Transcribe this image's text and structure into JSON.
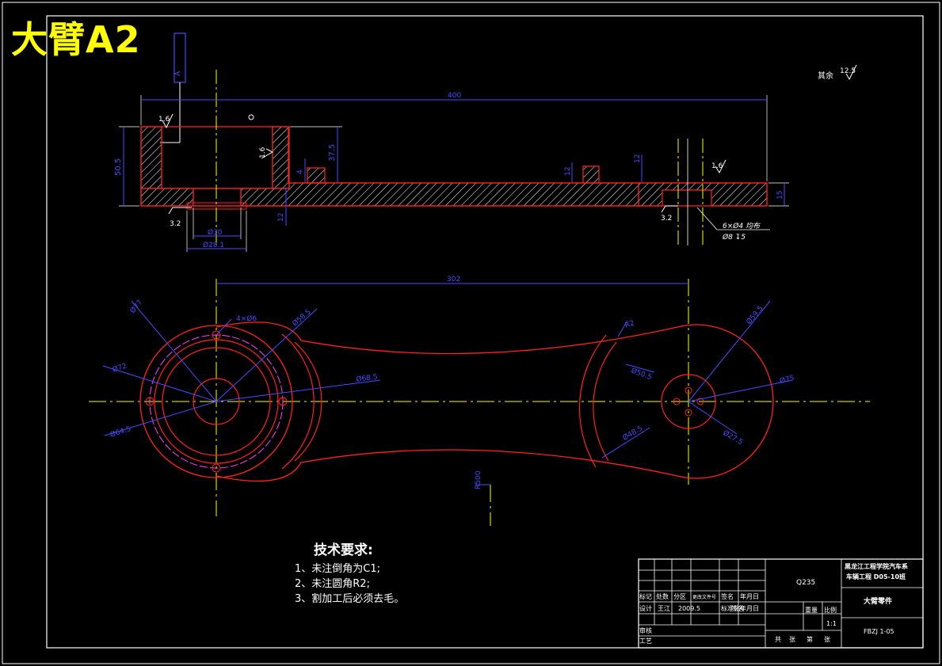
{
  "title": "大臂A2",
  "roughness_other": {
    "label": "其余",
    "value": "12.5"
  },
  "tech_notes": {
    "title": "技术要求:",
    "items": [
      "1、未注倒角为C1;",
      "2、未注圆角R2;",
      "3、割加工后必须去毛。"
    ]
  },
  "datum_box": "A",
  "section_view": {
    "dims": {
      "overall_length": "400",
      "left_height": "50.5",
      "pocket_depth": "37.5",
      "right_thickness": "15",
      "rib_height": "12",
      "small_1": "4",
      "small_2": "12",
      "small_3": "12",
      "bore_1": "Ø30",
      "bore_2": "Ø28.1",
      "hole_note_1": "6×Ø4 均布",
      "hole_note_2": "Ø8 ↧5"
    },
    "roughness": [
      "1.6",
      "1.6",
      "1.6",
      "3.2",
      "3.2"
    ]
  },
  "plan_view": {
    "dims": {
      "center_distance": "302",
      "d1": "Ø77",
      "d2": "Ø72",
      "d3": "Ø64.5",
      "d4": "Ø58.5",
      "d5": "Ø68.5",
      "d6": "4×Ø6",
      "d7": "R2",
      "d8": "Ø50.5",
      "d9": "Ø48.5",
      "d10": "Ø75",
      "d11": "Ø27.5",
      "d12": "Ø59.5",
      "d13": "R500"
    }
  },
  "title_block": {
    "material": "Q235",
    "school": [
      "黑龙江工程学院汽车系",
      "车辆工程 D05-10班"
    ],
    "part_name": "大臂零件",
    "drawing_no": "FBZJ 1-05",
    "row1": [
      "标记",
      "处数",
      "分区",
      "更改文件号",
      "签名",
      "年月日"
    ],
    "row2": [
      "设计",
      "王江",
      "2009.5",
      "标准化",
      "签名",
      "年月日"
    ],
    "weight_label": "重量",
    "scale_label": "比例",
    "scale": "1:1",
    "review": "审核",
    "process": "工艺",
    "sheets": [
      "共",
      "张",
      "第",
      "张"
    ]
  }
}
